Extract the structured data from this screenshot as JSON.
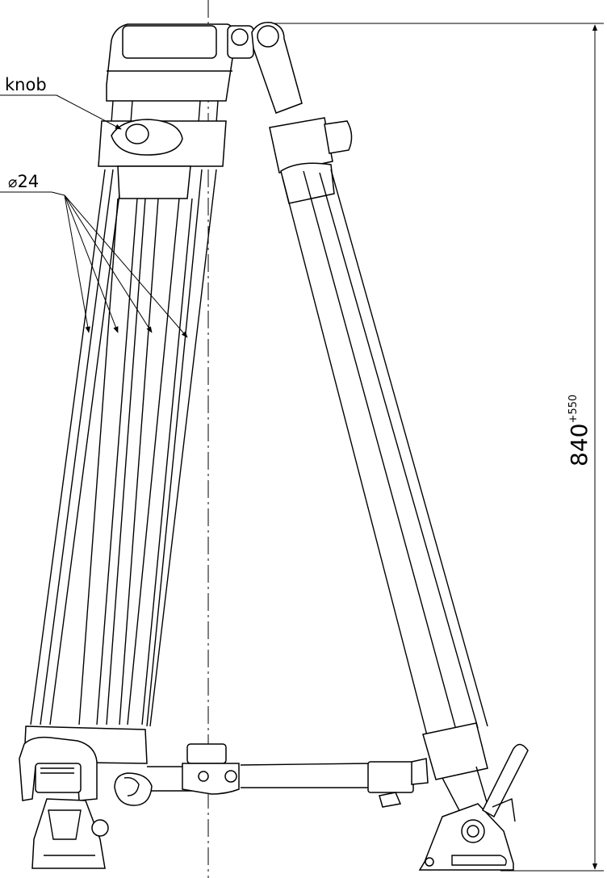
{
  "labels": {
    "knob": "knob",
    "diameter_symbol": "⌀",
    "diameter_value": "24",
    "height_value": "840",
    "height_tolerance": "+550"
  },
  "colors": {
    "line": "#000000",
    "background": "#ffffff"
  }
}
